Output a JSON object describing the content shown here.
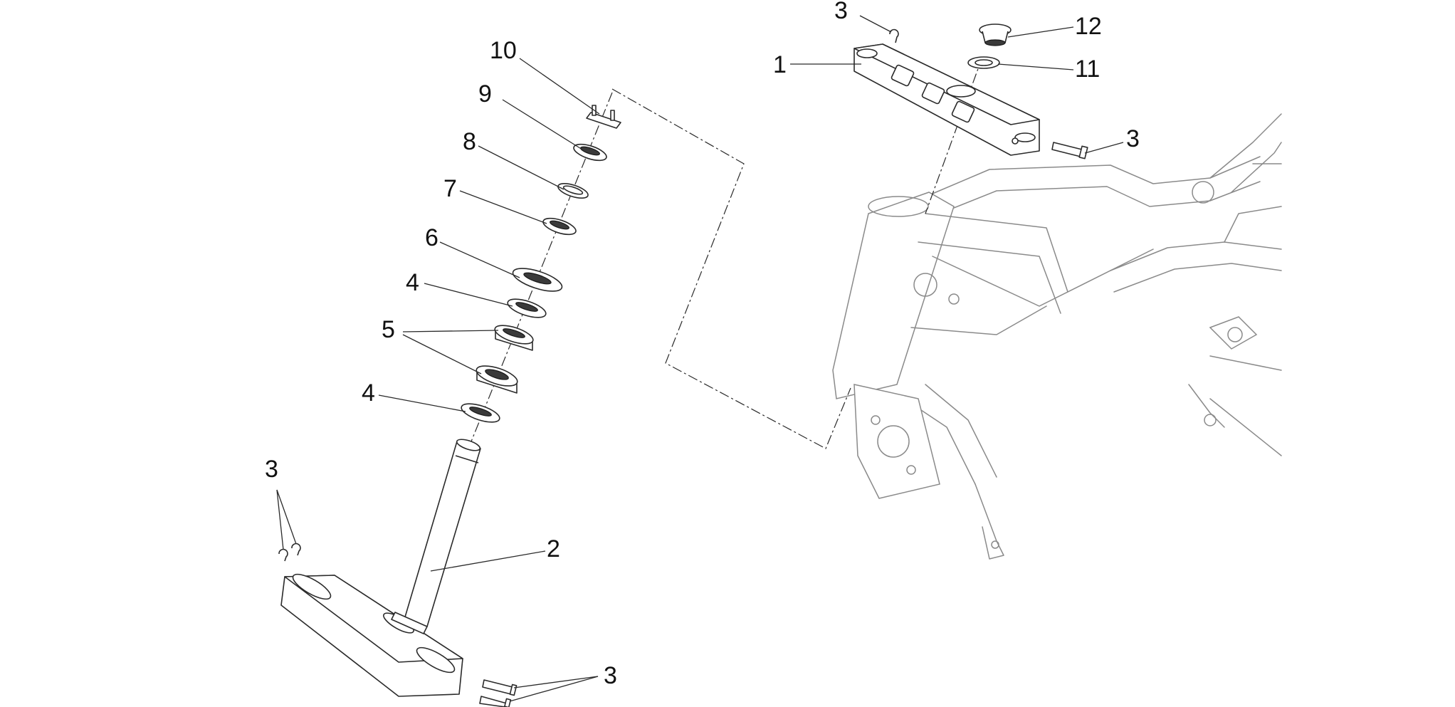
{
  "callouts": {
    "c10": "10",
    "c9": "9",
    "c8": "8",
    "c7": "7",
    "c6": "6",
    "c4a": "4",
    "c5": "5",
    "c4b": "4",
    "c3_left": "3",
    "c2": "2",
    "c3_bottom": "3",
    "c3_top": "3",
    "c1": "1",
    "c12": "12",
    "c11": "11",
    "c3_right": "3"
  }
}
